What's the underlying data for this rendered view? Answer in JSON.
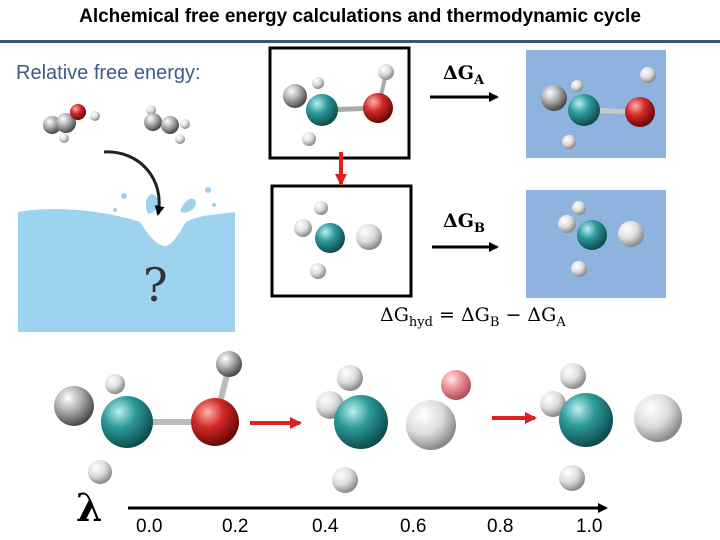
{
  "title": "Alchemical free energy calculations and thermodynamic cycle",
  "subtitle": "Relative free energy:",
  "unknown_mark": "?",
  "delta_g_a": "ΔG_A",
  "delta_g_b": "ΔG_B",
  "equation": "ΔG_hyd = ΔG_B − ΔG_A",
  "lambda_symbol": "λ",
  "lambda_ticks": [
    "0.0",
    "0.2",
    "0.4",
    "0.6",
    "0.8",
    "1.0"
  ],
  "colors": {
    "title_rule": "#3d566e",
    "subtitle": "#3d5b8a",
    "water": "#9dd3ee",
    "solvent_panel": "#8fb3df",
    "carbon": "#2e9a9a",
    "oxygen": "#d42a2a",
    "hydrogen": "#e6e6e6",
    "red_arrow": "#e02020"
  }
}
